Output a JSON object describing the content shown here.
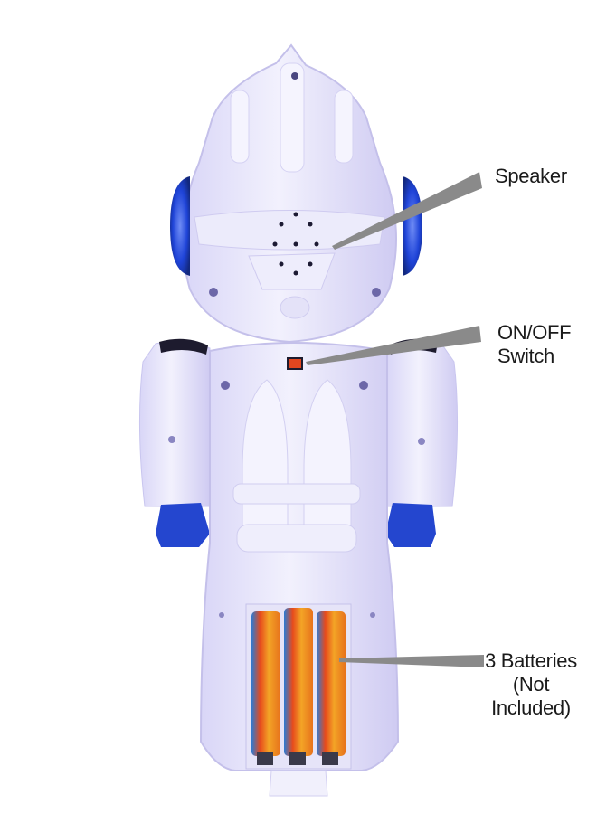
{
  "image": {
    "subject": "Back view of white toy robot with blue ear lights and hands, showing battery compartment",
    "colors": {
      "background": "#ffffff",
      "robot_body": "#e9e7fb",
      "robot_shade": "#c9c6ef",
      "accent_blue": "#1f44d8",
      "pointer_gray": "#8a8a8a",
      "switch_red": "#e2461f"
    }
  },
  "callouts": [
    {
      "id": "speaker",
      "lines": [
        "Speaker"
      ]
    },
    {
      "id": "switch",
      "lines": [
        "ON/OFF",
        "Switch"
      ]
    },
    {
      "id": "batteries",
      "lines": [
        "3 Batteries",
        "(Not Included)"
      ]
    }
  ]
}
